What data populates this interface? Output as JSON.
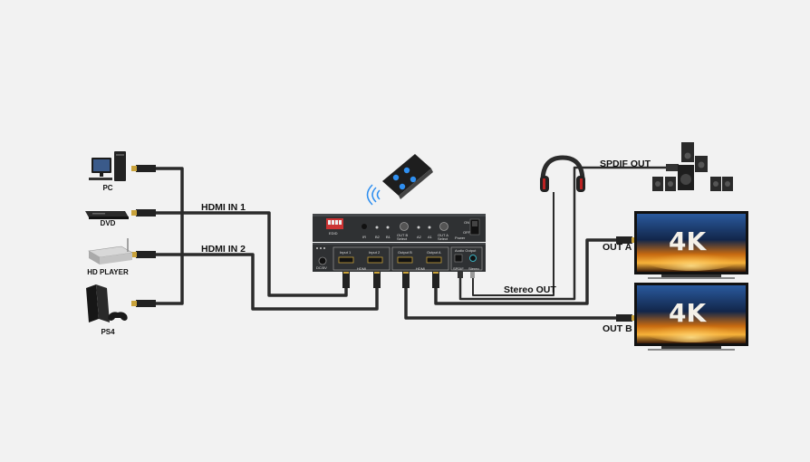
{
  "sources": {
    "pc": "PC",
    "dvd": "DVD",
    "hd_player": "HD PLAYER",
    "ps4": "PS4"
  },
  "links": {
    "hdmi_in_1": "HDMI IN 1",
    "hdmi_in_2": "HDMI IN 2",
    "spdif_out": "SPDIF OUT",
    "stereo_out": "Stereo OUT",
    "out_a": "OUT A",
    "out_b": "OUT B"
  },
  "tv_a_text": "4K",
  "tv_b_text": "4K",
  "switch_front": {
    "edid": "EDID",
    "ir": "IR",
    "b2": "B2",
    "b1": "B1",
    "out_b_select": "OUT B Select",
    "a2": "A2",
    "a1": "A1",
    "out_a_select": "OUT A Select",
    "power": "Power",
    "on": "ON",
    "off": "OFF"
  },
  "switch_back": {
    "dc": "DC/5V",
    "input1": "Input 1",
    "input2": "Input 2",
    "hdmi": "HDMI",
    "output_b": "Output B",
    "output_a": "Output A",
    "audio_output": "Audio Output",
    "spdif": "SPDIF",
    "stereo": "Stereo"
  },
  "colors": {
    "background": "#f2f2f2",
    "cable": "#2b2b2b",
    "switch_body": "#2f3133",
    "tv_glow": "#f6a623",
    "remote_button": "#2f8ff0"
  }
}
